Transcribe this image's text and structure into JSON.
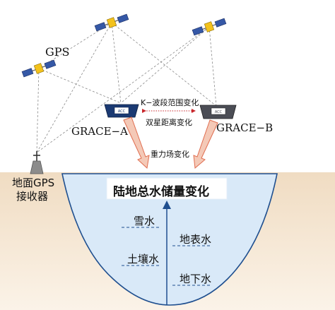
{
  "labels": {
    "gps": "GPS",
    "grace_a": "GRACE−A",
    "grace_b": "GRACE−B",
    "k_band": "K−波段范围变化",
    "dual_distance": "双星距离变化",
    "gravity": "重力场变化",
    "ground_gps_line1": "地面GPS",
    "ground_gps_line2": "接收器",
    "tws_title": "陆地总水储量变化",
    "snow": "雪水",
    "surface": "地表水",
    "soil": "土壤水",
    "groundwater": "地下水",
    "acc_a": "ACC",
    "acc_b": "ACC"
  },
  "colors": {
    "sand": "#f5e7d4",
    "water": "#d9e9f8",
    "basin_line": "#1f4f8f",
    "arrow_fill": "#f4c9b7",
    "arrow_stroke": "#e06d4f",
    "red_dotted": "#c8262b",
    "dashed": "#888888",
    "satellite_body": "#f3c21c",
    "solar_panel": "#3558a6",
    "grace_a_body": "#1b3a73",
    "grace_b_body": "#4b4d55"
  }
}
